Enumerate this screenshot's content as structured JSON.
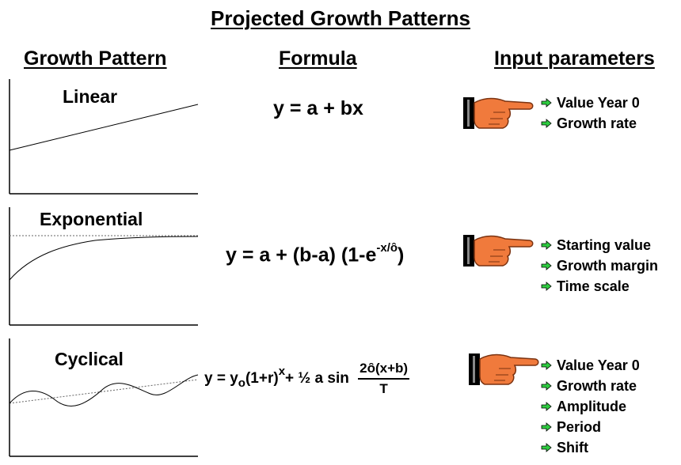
{
  "title": "Projected Growth Patterns",
  "headers": {
    "pattern": "Growth Pattern",
    "formula": "Formula",
    "params": "Input parameters"
  },
  "rows": [
    {
      "name": "Linear",
      "formula": {
        "text": "y = a + bx"
      },
      "params": [
        "Value Year 0",
        "Growth rate"
      ]
    },
    {
      "name": "Exponential",
      "formula": {
        "base": "y = a + (b-a) (1-e",
        "exponent": "-x/ȏ",
        "tail": ")"
      },
      "params": [
        "Starting value",
        "Growth margin",
        "Time scale"
      ]
    },
    {
      "name": "Cyclical",
      "formula": {
        "pre": "y = y",
        "sub": "o",
        "mid": "(1+r)",
        "sup": "x",
        "post": "+ ½ a sin",
        "numerator": "2ȏ(x+b)",
        "denominator": "T"
      },
      "params": [
        "Value Year 0",
        "Growth rate",
        "Amplitude",
        "Period",
        "Shift"
      ]
    }
  ],
  "colors": {
    "hand": "#f07a3c",
    "cuff": "#000000",
    "bullet": "#2ecc40",
    "curve": "#000000",
    "dotted": "#666666"
  },
  "icons": {
    "pointer": "pointing-hand-icon",
    "bullet": "green-arrow-icon"
  }
}
